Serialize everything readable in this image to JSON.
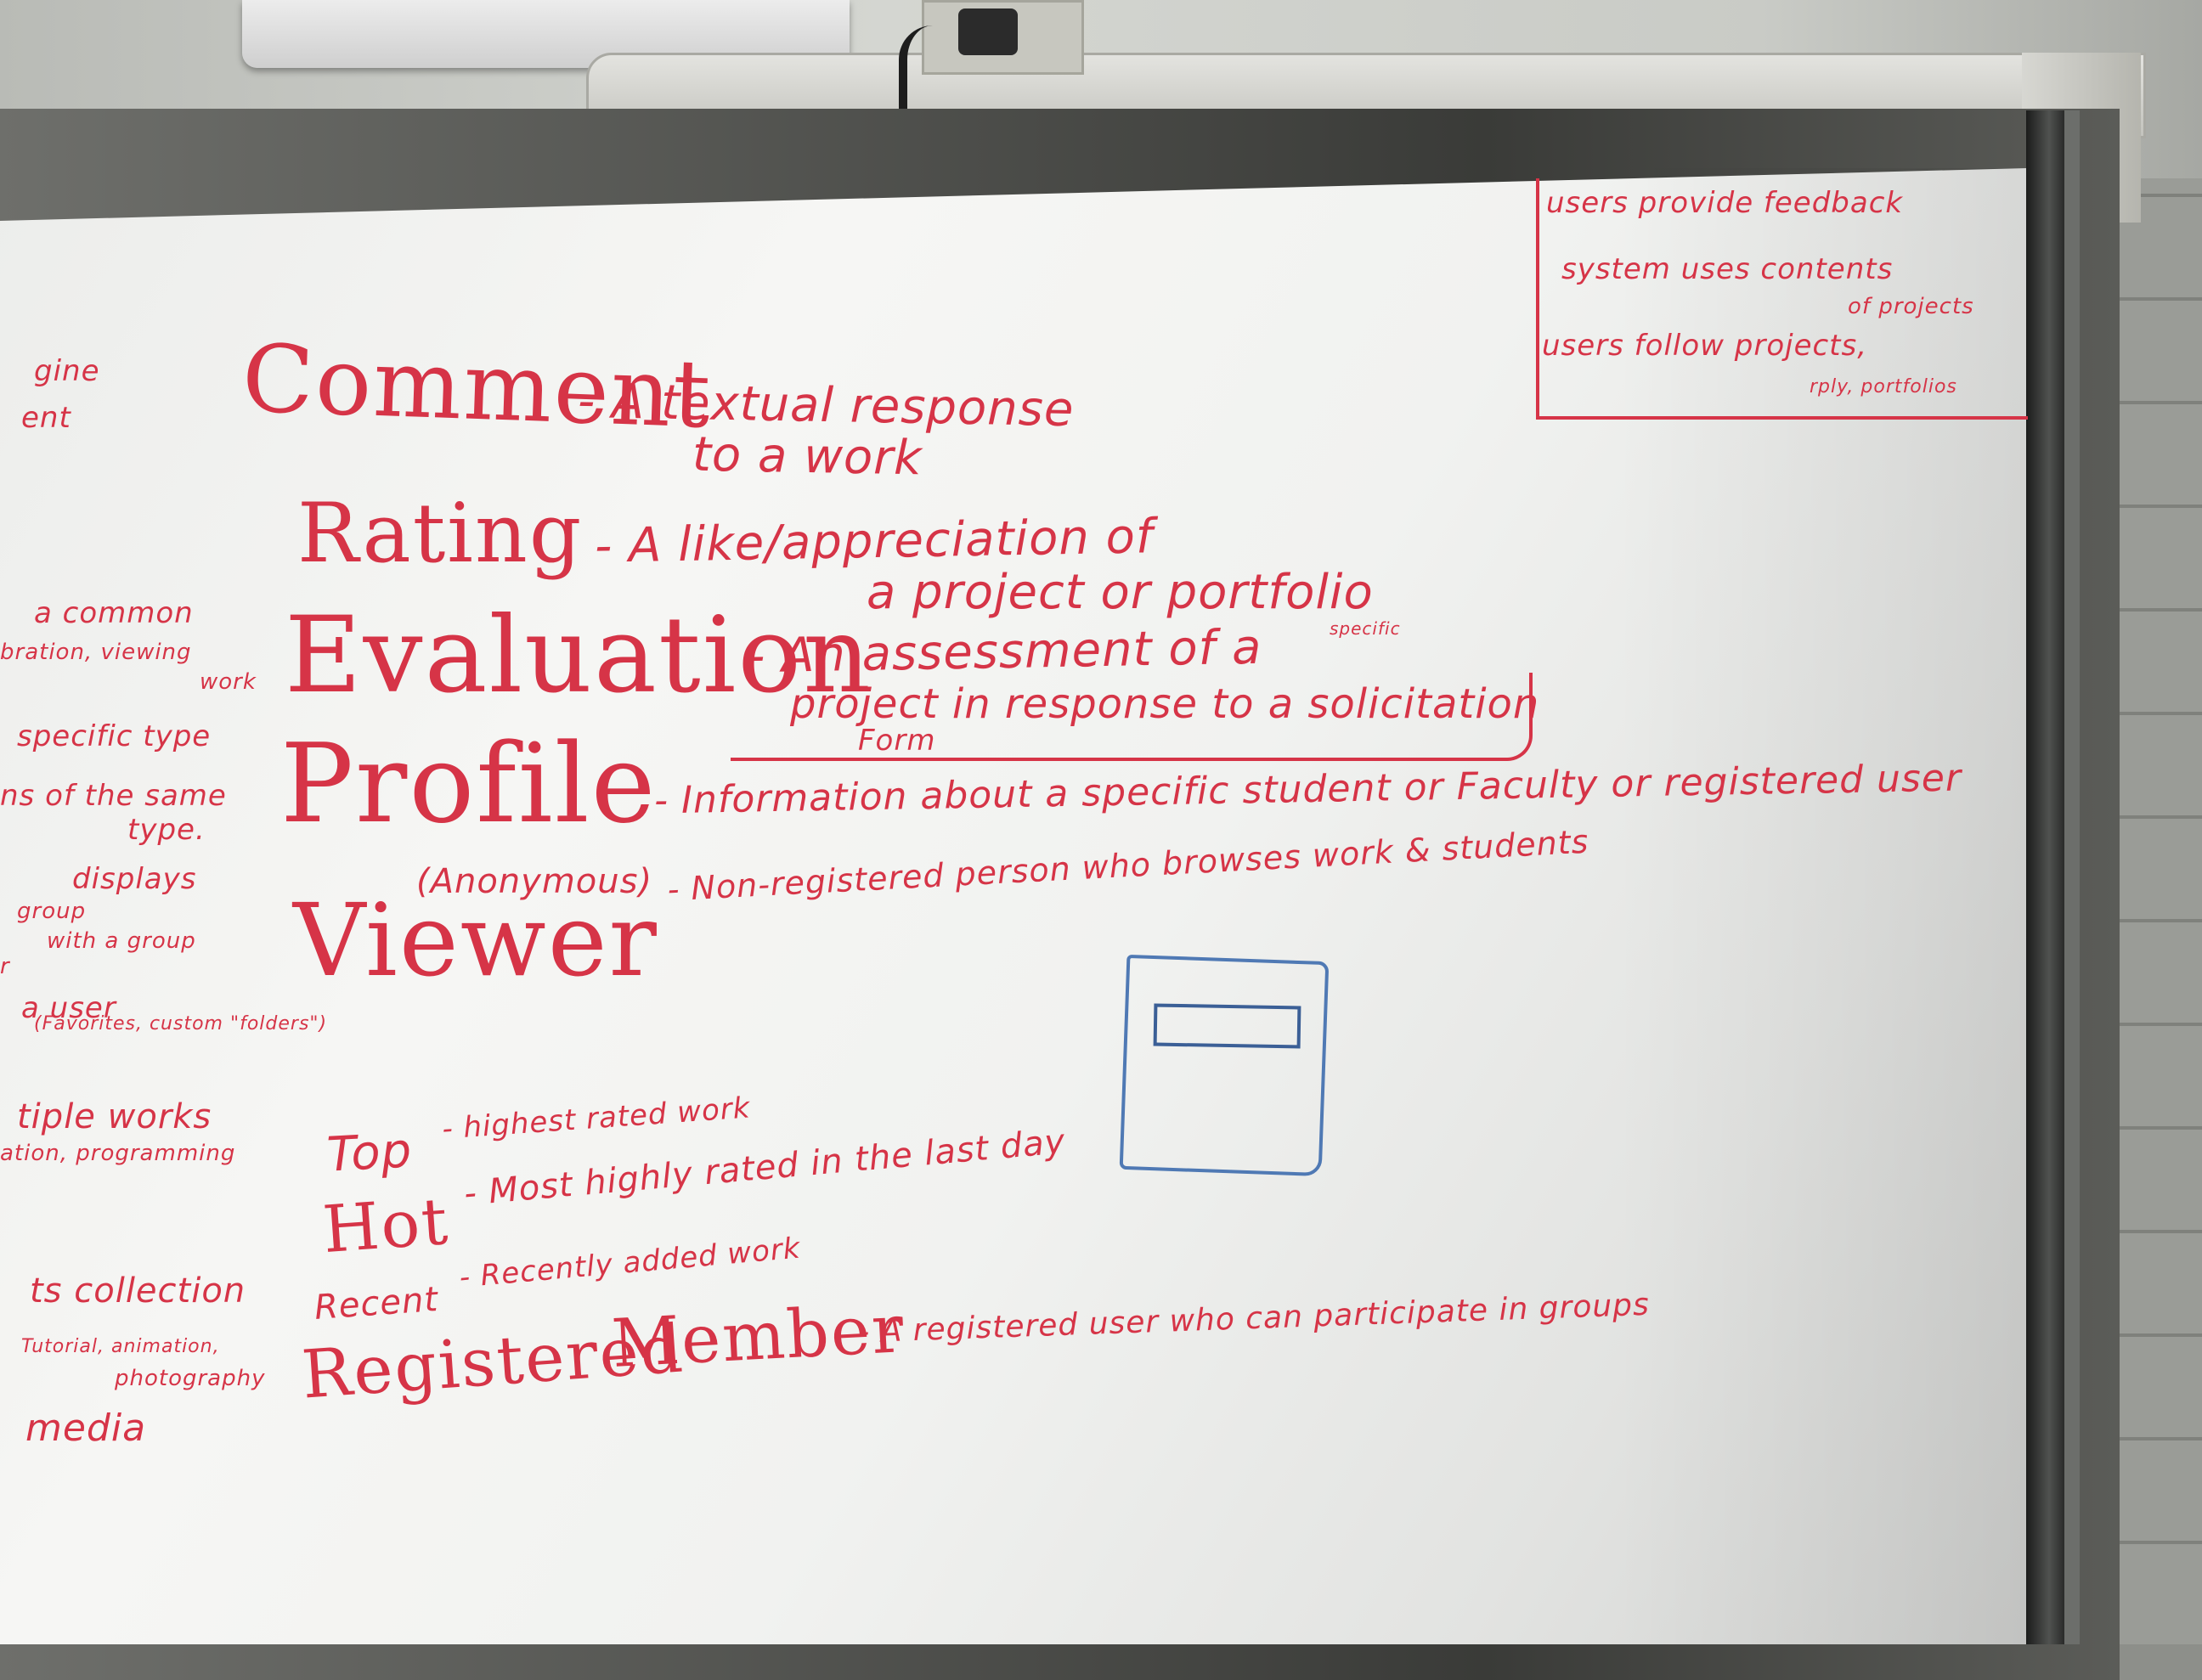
{
  "notes": {
    "top_right": [
      "users provide feedback",
      "system uses contents",
      "of projects",
      "users follow projects,",
      "rply, portfolios"
    ],
    "comment": {
      "term": "Comment",
      "def1": "- A textual response",
      "def2": "to a work"
    },
    "rating": {
      "term": "Rating",
      "def1": "- A like/appreciation of",
      "def2": "a project or portfolio"
    },
    "evaluation": {
      "term": "Evaluation",
      "def1": "- An assessment of a",
      "def_sup": "specific",
      "def2": "project in response to a solicitation",
      "def3": "Form"
    },
    "profile": {
      "term": "Profile",
      "def": "- Information about a specific student or Faculty or registered user"
    },
    "viewer": {
      "sup": "(Anonymous)",
      "term": "Viewer",
      "def": "- Non-registered person who browses work & students"
    },
    "top": {
      "term": "Top",
      "def": "- highest rated work"
    },
    "hot": {
      "term": "Hot",
      "def": "- Most highly rated in the last day"
    },
    "recent": {
      "term": "Recent",
      "def": "- Recently added work"
    },
    "registered": {
      "term1": "Registered",
      "term2": "Member",
      "def": "- A registered user who can participate in groups"
    },
    "left_edge": [
      "gine",
      "ent",
      "a common",
      "bration, viewing",
      "work",
      "specific type",
      "ns of the same",
      "type.",
      "displays",
      "group",
      "with a group",
      "r",
      "a user",
      "(Favorites, custom \"folders\")",
      "tiple works",
      "ation, programming",
      "ts collection",
      "Tutorial, animation,",
      "photography",
      "media"
    ]
  },
  "colors": {
    "marker_red": "#d63447",
    "marker_blue": "#4f79b4",
    "board": "#f1f2f0",
    "wall": "#9a9c97"
  },
  "icons": {
    "sketch": "wireframe-box-sketch"
  }
}
